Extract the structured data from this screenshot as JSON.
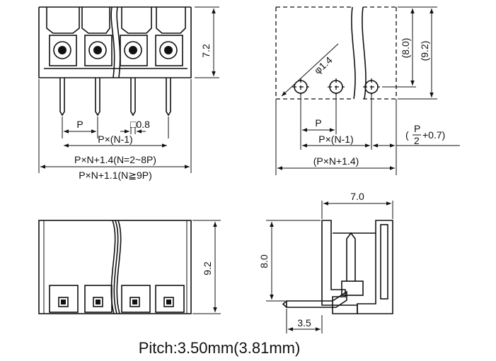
{
  "front_view": {
    "height": "7.2",
    "pitch": "P",
    "pin_size": "□0.8",
    "span": "P×(N-1)",
    "overall_a": "P×N+1.4(N=2~8P)",
    "overall_b": "P×N+1.1(N≧9P)"
  },
  "pcb_view": {
    "hole": "φ1.4",
    "height_inner": "(8.0)",
    "height_outer": "(9.2)",
    "pitch": "P",
    "span": "P×(N-1)",
    "offset_p": "P",
    "offset_2": "2",
    "offset_rest": "+0.7)",
    "offset_open": "(",
    "overall": "(P×N+1.4)"
  },
  "rear_view": {
    "height": "9.2"
  },
  "side_view": {
    "width": "7.0",
    "height": "8.0",
    "pin_length": "3.5"
  },
  "caption": "Pitch:3.50mm(3.81mm)"
}
